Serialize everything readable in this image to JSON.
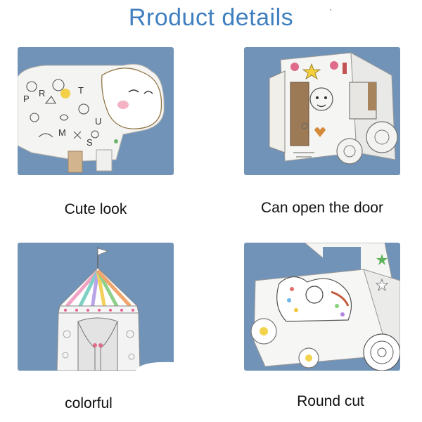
{
  "page": {
    "title": "Rroduct details"
  },
  "features": [
    {
      "caption": "Cute look",
      "image": "paper-sheep-toy"
    },
    {
      "caption": "Can open the door",
      "image": "paper-train-house-toy"
    },
    {
      "caption": "colorful",
      "image": "paper-circus-tent-toy"
    },
    {
      "caption": "Round cut",
      "image": "paper-car-toy"
    }
  ],
  "colors": {
    "title": "#3f7fc0",
    "tile_background": "#7193b8",
    "caption": "#111111"
  }
}
